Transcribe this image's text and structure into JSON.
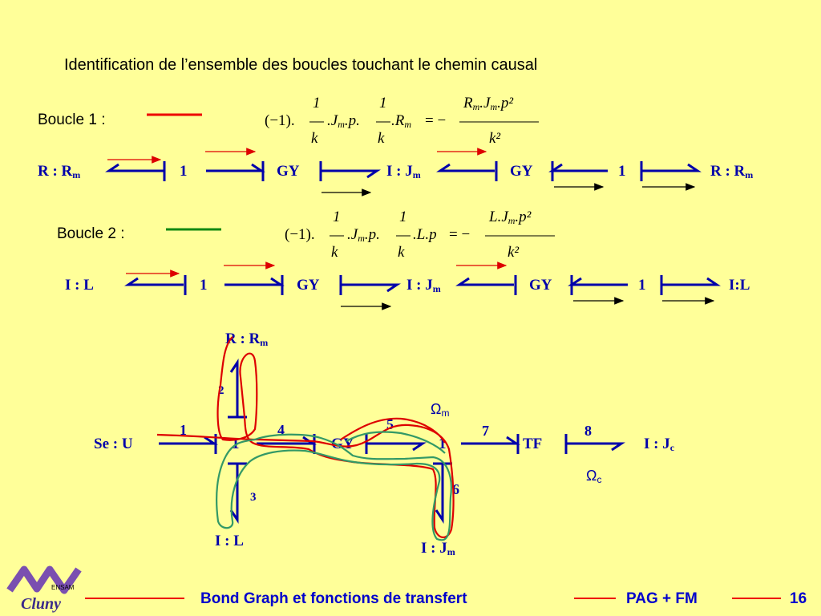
{
  "title": "Identification de l’ensemble des boucles touchant le chemin causal",
  "loop1": {
    "label": "Boucle 1 :",
    "line_color": "#ee0000",
    "formula": {
      "prefix": "(−1).",
      "f1_num": "1",
      "f1_den": "k",
      "mid1": ".J",
      "mid1_sub": "m",
      "mid2": ".p.",
      "f2_num": "1",
      "f2_den": "k",
      "mid3": ".R",
      "mid3_sub": "m",
      "eq": "= −",
      "rhs_num": "R",
      "rhs_num_sub1": "m",
      "rhs_num_mid": ".J",
      "rhs_num_sub2": "m",
      "rhs_num_end": ".p²",
      "rhs_den": "k²"
    },
    "chain": [
      {
        "label": "R : R",
        "sub": "m"
      },
      {
        "label": "1",
        "sub": ""
      },
      {
        "label": "GY",
        "sub": ""
      },
      {
        "label": "I : J",
        "sub": "m"
      },
      {
        "label": "GY",
        "sub": ""
      },
      {
        "label": "1",
        "sub": ""
      },
      {
        "label": "R : R",
        "sub": "m"
      }
    ]
  },
  "loop2": {
    "label": "Boucle 2 :",
    "line_color": "#118811",
    "formula": {
      "prefix": "(−1).",
      "f1_num": "1",
      "f1_den": "k",
      "mid1": ".J",
      "mid1_sub": "m",
      "mid2": ".p.",
      "f2_num": "1",
      "f2_den": "k",
      "mid3": ".L.p",
      "eq": "= −",
      "rhs_num": "L.J",
      "rhs_num_sub1": "m",
      "rhs_num_end": ".p²",
      "rhs_den": "k²"
    },
    "chain": [
      {
        "label": "I : L",
        "sub": ""
      },
      {
        "label": "1",
        "sub": ""
      },
      {
        "label": "GY",
        "sub": ""
      },
      {
        "label": "I : J",
        "sub": "m"
      },
      {
        "label": "GY",
        "sub": ""
      },
      {
        "label": "1",
        "sub": ""
      },
      {
        "label": "I:L",
        "sub": ""
      }
    ]
  },
  "graph": {
    "nodes": {
      "r_rm": {
        "label": "R : R",
        "sub": "m"
      },
      "se_u": {
        "label": "Se : U"
      },
      "one_a": {
        "label": "1"
      },
      "gy": {
        "label": "GY"
      },
      "one_b": {
        "label": "1"
      },
      "tf": {
        "label": "TF"
      },
      "i_jc": {
        "label": "I : J",
        "sub": "c"
      },
      "i_l": {
        "label": "I : L"
      },
      "i_jm": {
        "label": "I : J",
        "sub": "m"
      }
    },
    "bonds": [
      "1",
      "2",
      "3",
      "4",
      "5",
      "6",
      "7",
      "8"
    ],
    "omega_m": {
      "label": "Ω",
      "sub": "m"
    },
    "omega_c": {
      "label": "Ω",
      "sub": "c"
    }
  },
  "colors": {
    "background": "#ffff99",
    "bond": "#0000aa",
    "causal_arrow": "#dd0000",
    "loop1": "#dd0000",
    "loop2": "#339966"
  },
  "footer": {
    "logo_text": "ENSAM",
    "logo_sub": "Cluny",
    "title": "Bond Graph et fonctions de transfert",
    "author": "PAG + FM",
    "page": "16"
  }
}
